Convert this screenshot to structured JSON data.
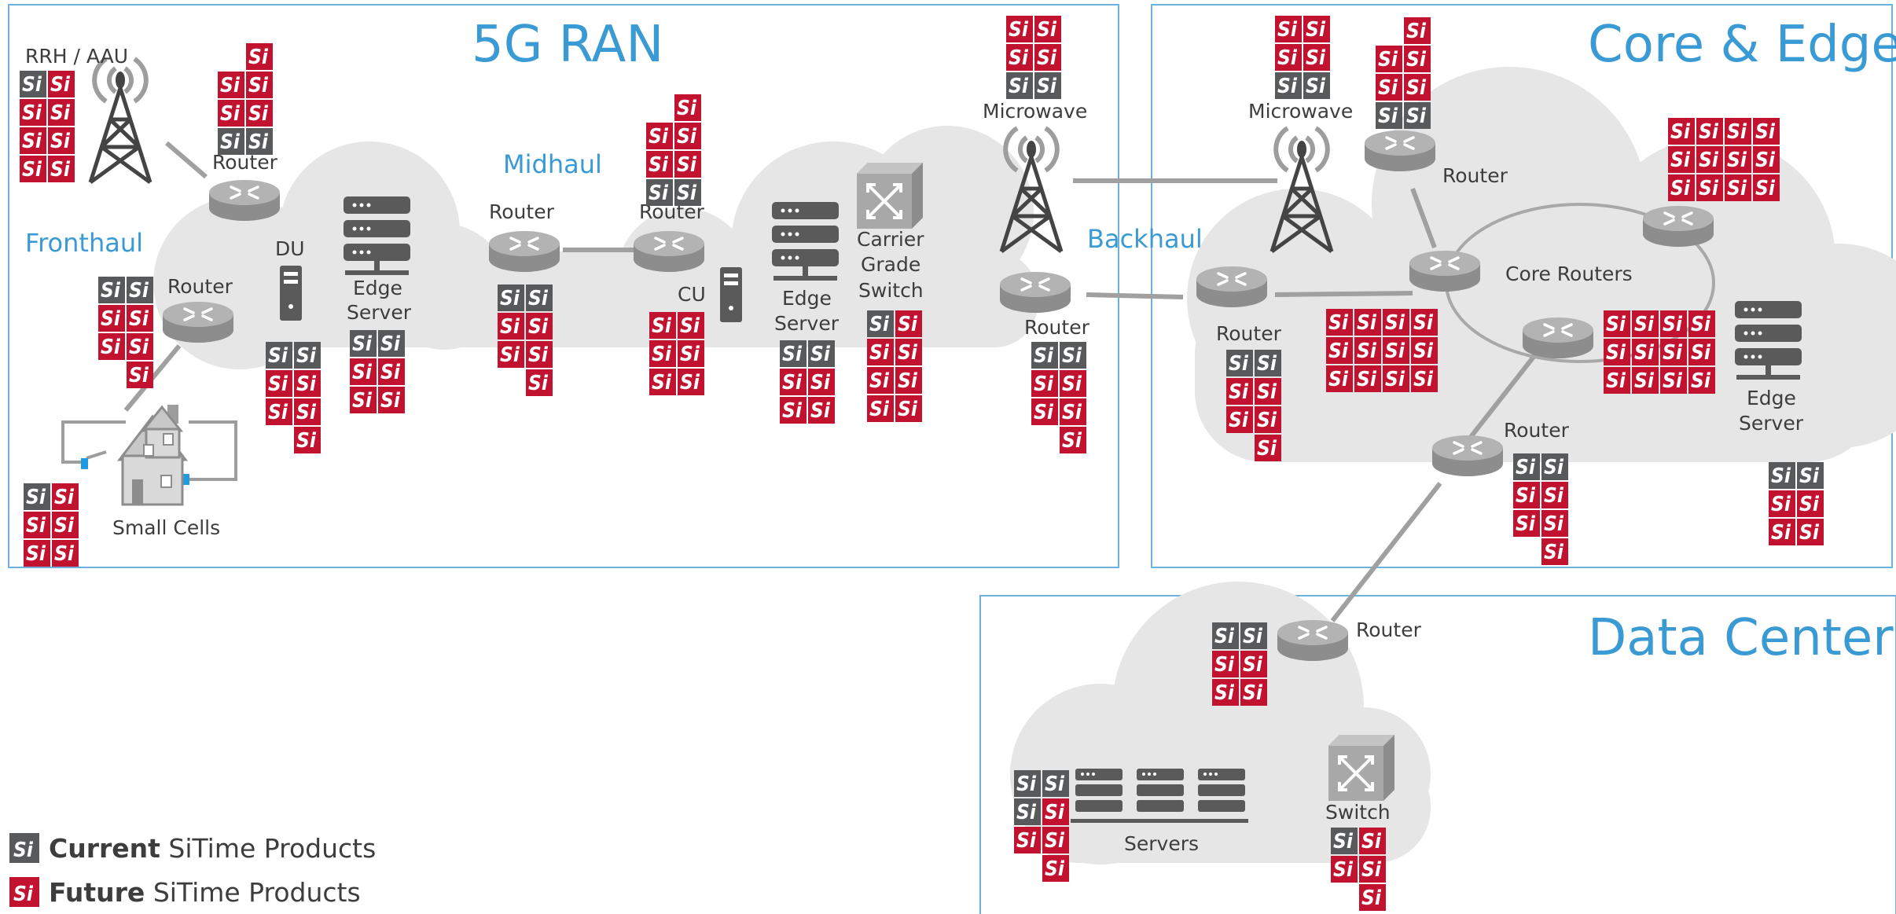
{
  "sections": {
    "ran": "5G RAN",
    "core": "Core & Edge",
    "dc": "Data Center"
  },
  "links": {
    "fronthaul": "Fronthaul",
    "midhaul": "Midhaul",
    "backhaul": "Backhaul"
  },
  "labels": {
    "rrh": "RRH / AAU",
    "router": "Router",
    "du": "DU",
    "cu": "CU",
    "edge": "Edge",
    "server": "Server",
    "carrier": "Carrier",
    "grade": "Grade",
    "switch": "Switch",
    "microwave": "Microwave",
    "core_routers": "Core Routers",
    "small_cells": "Small Cells",
    "servers": "Servers"
  },
  "chip_text": "Si",
  "legend": {
    "current_bold": "Current",
    "future_bold": "Future",
    "rest": " SiTime Products"
  },
  "colors": {
    "current_chip": "#58595b",
    "future_chip": "#c1132f",
    "accent": "#3a9ad4",
    "cloud": "#e6e6e6",
    "device": "#9d9d9d"
  }
}
